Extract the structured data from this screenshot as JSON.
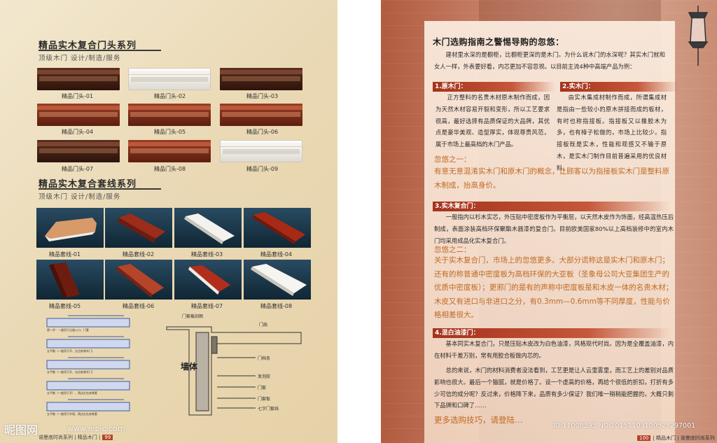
{
  "left": {
    "section1_title": "精品实木复合门头系列",
    "section1_subtitle": "顶级木门  设计/制造/服务",
    "headers": [
      {
        "label": "精品门头-01",
        "style": "dark"
      },
      {
        "label": "精品门头-02",
        "style": "white"
      },
      {
        "label": "精品门头-03",
        "style": "dark"
      },
      {
        "label": "精品门头-04",
        "style": "red"
      },
      {
        "label": "精品门头-05",
        "style": "red"
      },
      {
        "label": "精品门头-06",
        "style": "red"
      },
      {
        "label": "精品门头-07",
        "style": "dark"
      },
      {
        "label": "精品门头-08",
        "style": "red"
      },
      {
        "label": "精品门头-09",
        "style": "white"
      }
    ],
    "section2_title": "精品实木复合套线系列",
    "section2_subtitle": "顶级木门  设计/制造/服务",
    "trims": [
      {
        "label": "精品套线-01",
        "color": "#d99a6a"
      },
      {
        "label": "精品套线-02",
        "color": "#9c2d1a"
      },
      {
        "label": "精品套线-03",
        "color": "#f4f2ef"
      },
      {
        "label": "精品套线-04",
        "color": "#a82a14"
      },
      {
        "label": "精品套线-05",
        "color": "#6e1c10"
      },
      {
        "label": "精品套线-06",
        "color": "#b4452a"
      },
      {
        "label": "精品套线-07",
        "color": "#b22e1c"
      },
      {
        "label": "精品套线-08",
        "color": "#f7f5f1"
      }
    ],
    "diagram": {
      "door_section_title": "门套截剖图",
      "wall_label": "墙体",
      "door_label": "门扇",
      "parts": [
        "门档条",
        "发泡胶",
        "门套",
        "门套板",
        "七字门套线"
      ],
      "step_notes": [
        "第一步：一般用于过道入口、门套",
        "五平衡（一般用于开、左边安装木门）",
        "五平衡（一般用于开、右边安装木门）",
        "五平衡（一般用于开）、两边左右安装套",
        "五平衡（一般用于外墙、两边左右安装套"
      ]
    },
    "watermark_logo": "昵图网",
    "watermark_url": "www.nipic.com",
    "footer_text": "诺曼底时尚系列 | 精品木门 |",
    "footer_page": "99"
  },
  "right": {
    "title": "木门选购指南之警惕导购的忽悠：",
    "intro": "建材里水深的是橱柜，比橱柜更深的是木门。为什么说木门的水深呢？其实木门就和女人一样，外表要好看，内芯更加不容忽视。以目前主流4种中高端产品为例：",
    "sections": [
      {
        "heading": "1.原木门：",
        "text": "正方整料的名贵木材原木制作而成，因为天然木材容易开裂和变形，所以工艺要求很高，最好选择有品质保证的大品牌，其优点是豪华美观、造型厚实，体现尊贵风范，属于市场上最高档的木门产品。"
      },
      {
        "heading": "2.实木门：",
        "text": "由实木集成材制作而成，所谓集成材是指由一些较小的原木拼接而成的板材，有时也称指接板。指接板又以橡胶木为多，也有樟子松做的，市场上比较少。指接板既是实木，性能和观感又不输于原木，是实木门制作目前普遍采用的优良材料。"
      },
      {
        "heading": "3.实木复合门：",
        "text": "一般指内以杉木实芯，外压贴中密度板作为平衡层，以天然木皮作为饰面，经高温热压后制成，表面涂装高档环保聚酯木器漆的复合门。目前欧美国家80%以上高档装修中的室内木门均采用成品化实木复合门。"
      },
      {
        "heading": "4.混白油漆门：",
        "text": "基本同实木复合门，只是压贴木皮改为白色油漆，风格现代时尚。因为是全覆盖油漆，内在材料千差万别，常有用胶合板做内芯的。"
      }
    ],
    "warnings": [
      {
        "title": "忽悠之一：",
        "text": "有意无意混淆实木门和原木门的概念，让顾客以为指接板实木门是整料原木制成，抬高身价。"
      },
      {
        "title": "忽悠之二：",
        "text": "关于实木复合门，市场上的忽悠更多。大部分谎称这是实木门和原木门；还有的称普通中密度板为高档环保的大亚板（圣象母公司大亚集团生产的优质中密度板）；更邪门的是有的声称中密度板是和木皮一体的名贵木材；木皮又有进口与非进口之分，有0.3mm—0.6mm等不同厚度，性能与价格相差很大。"
      }
    ],
    "summary": "总的来说，木门的材料消费者没法看到，工艺更是让人云里雾里，而工艺上的差别对品质影响也很大。最后一个猫腻，就是价格了。设一个虚高的价格，再给个很低的折扣，打折有多少可信的成分呢？反过来，价格降下来，品质有多少保证？我们唯一稍稍能把握的，大概只剩下品牌和口碑了……",
    "more": "更多选购技巧，请登陆…",
    "watermark_id": "ID:11008395 NO:20151103100525297001",
    "footer_page": "100",
    "footer_text": "| 精品木门 | 诺曼底时尚系列"
  }
}
